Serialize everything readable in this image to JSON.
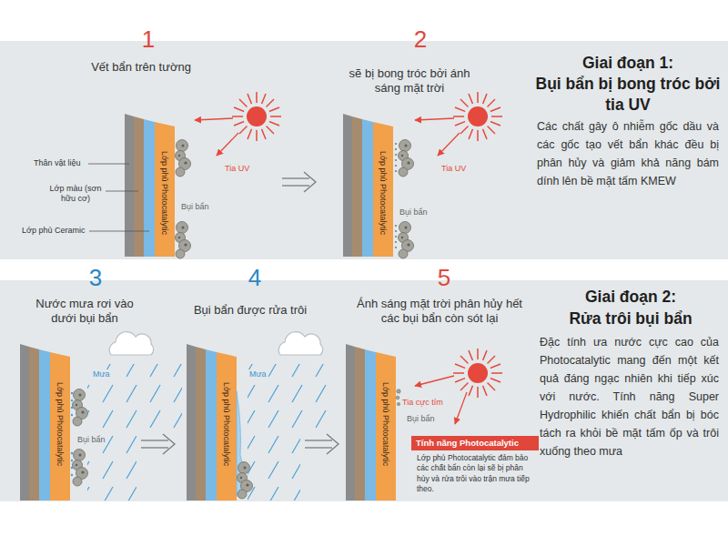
{
  "diagram": {
    "nodes": [
      {
        "text": [
          "Giai đoạn 1:",
          "Bụi bẩn bị bong tróc bởi tia UV",
          "Các chất gây ô nhiễm gốc dầu và các gốc tạo vết bẩn khác đều bị phân hủy và giảm khả năng bám dính lên bề mặt tấm KMEW"
        ]
      },
      {
        "text": [
          "Giai đoạn 2:",
          "Rửa trôi bụi bẩn",
          "Đặc tính ưa nước cực cao của Photocatalytic mang đến một kết quả đáng ngạc nhiên khi tiếp xúc với nước. Tính năng Super Hydrophilic khiến chất bẩn bị bóc tách ra khỏi bề mặt tấm ốp và trôi xuống theo mưa"
        ]
      },
      {
        "text": [
          "Tính năng Photocatalytic",
          "Lớp phủ Photocatalytic đảm bảo các chất bẩn còn lại sẽ bị phân hủy và rửa trôi vào trận mưa tiếp theo."
        ],
        "in": 1
      }
    ],
    "labels": [
      "1",
      "Vết bẩn trên tường",
      "Thân vật liệu",
      "Lớp màu (sơn hữu cơ)",
      "Lớp phủ Ceramic",
      "Lớp phủ Photocatalytic",
      "Tia UV",
      "Bụi bẩn",
      "2",
      "sẽ bị bong tróc bởi ánh sáng mặt trời",
      "Lớp phủ Photocatalytic",
      "Tia UV",
      "Bụi bẩn",
      "3",
      "Nước mưa rơi vào dưới bụi bẩn",
      "Lớp phủ Photocatalytic",
      "Mưa",
      "Bụi bẩn",
      "4",
      "Bụi bẩn được rửa trôi",
      "Lớp phủ Photocatalytic",
      "Mưa",
      "5",
      "Ánh sáng mặt trời phân hủy hết các bụi bẩn còn sót lại",
      "Lớp phủ Photocatalytic",
      "Tia cực tím",
      "Bụi bẩn"
    ]
  }
}
